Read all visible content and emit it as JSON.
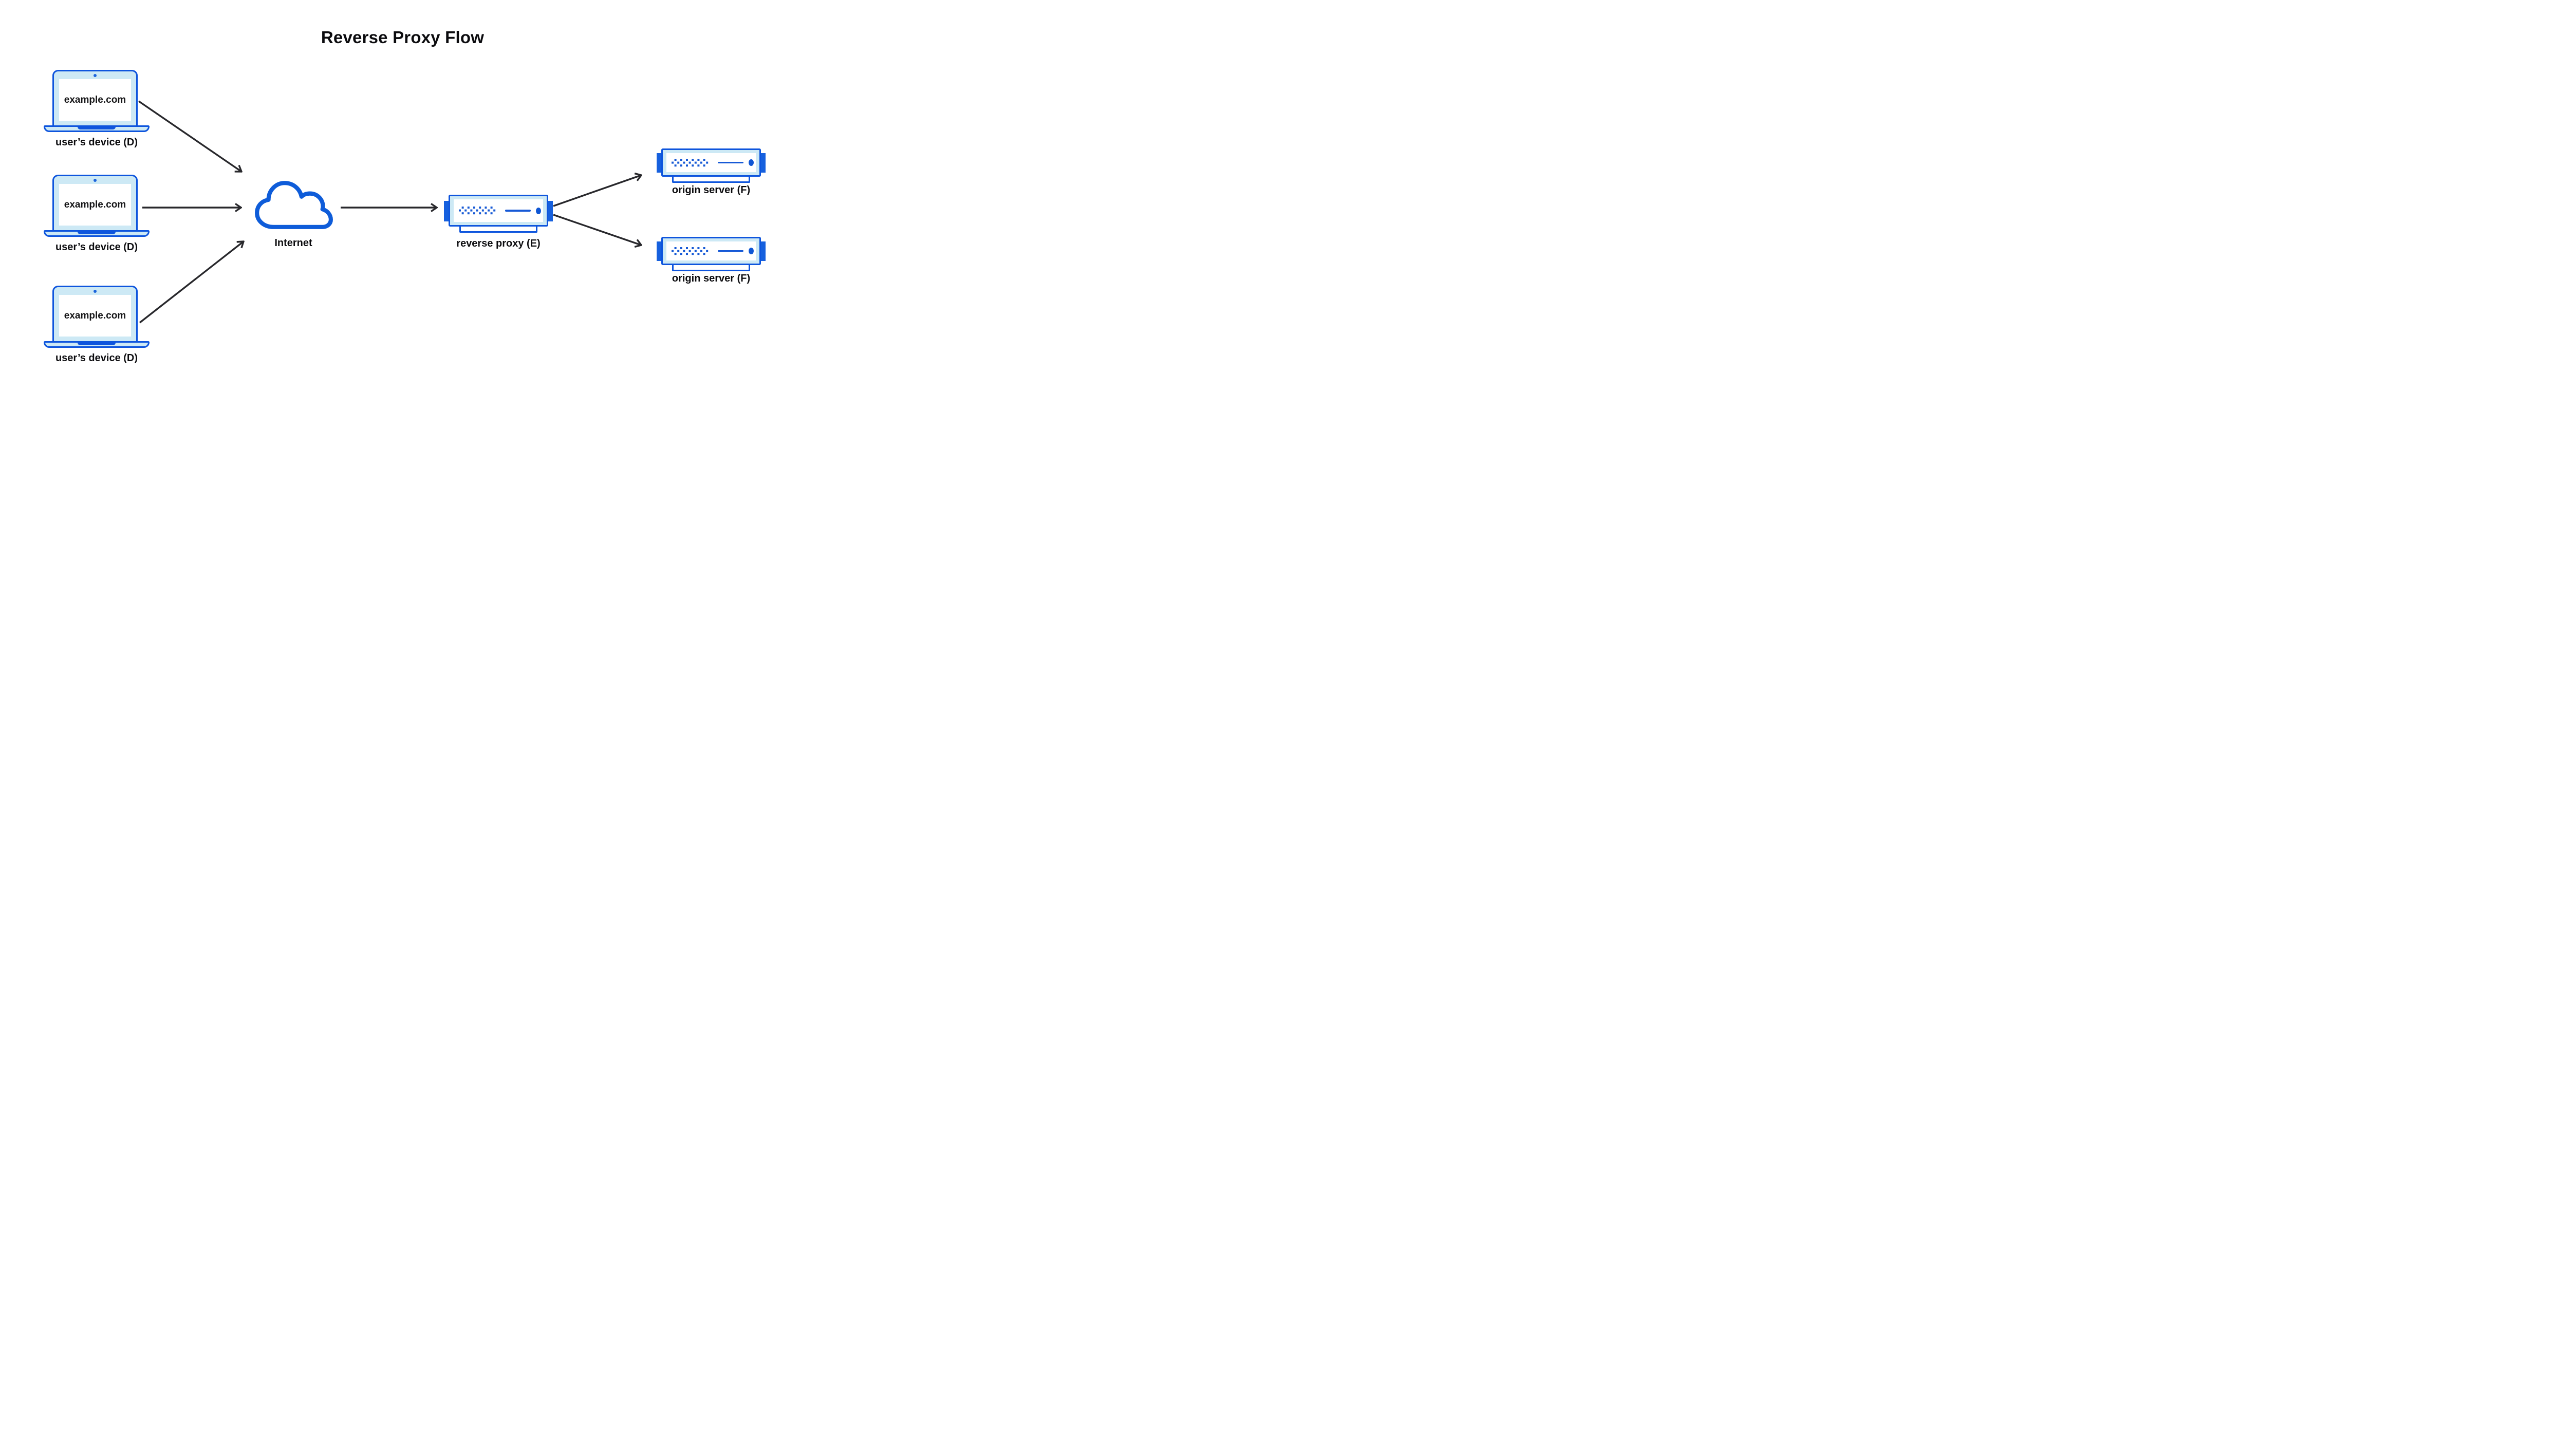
{
  "title": "Reverse Proxy Flow",
  "palette": {
    "outline_blue": "#0e55dd",
    "fill_blue": "#1659d6",
    "light_blue": "#cde9f5",
    "arrow_dark": "#28282c",
    "text_dark": "#0b0b0e"
  },
  "devices": [
    {
      "screen_text": "example.com",
      "label": "user’s device (D)"
    },
    {
      "screen_text": "example.com",
      "label": "user’s device (D)"
    },
    {
      "screen_text": "example.com",
      "label": "user’s device (D)"
    }
  ],
  "internet": {
    "label": "Internet"
  },
  "reverse_proxy": {
    "label": "reverse proxy (E)"
  },
  "origin_servers": [
    {
      "label": "origin server (F)"
    },
    {
      "label": "origin server (F)"
    }
  ],
  "flows": [
    {
      "from": "user’s device (D)",
      "to": "Internet"
    },
    {
      "from": "user’s device (D)",
      "to": "Internet"
    },
    {
      "from": "user’s device (D)",
      "to": "Internet"
    },
    {
      "from": "Internet",
      "to": "reverse proxy (E)"
    },
    {
      "from": "reverse proxy (E)",
      "to": "origin server (F)"
    },
    {
      "from": "reverse proxy (E)",
      "to": "origin server (F)"
    }
  ]
}
